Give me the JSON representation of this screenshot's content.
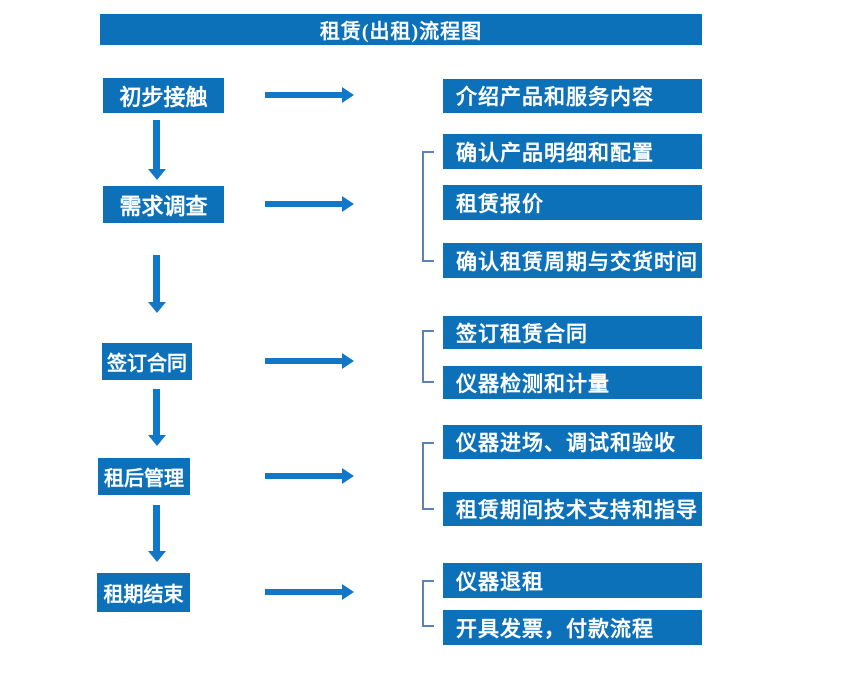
{
  "title": "租赁(出租)流程图",
  "colors": {
    "box": "#0d71ba",
    "arrow": "#1377c7",
    "bracket": "#5e82b6",
    "text": "#ffffff",
    "background": "#ffffff"
  },
  "flow": {
    "stages": [
      {
        "label": "初步接触",
        "outputs": [
          "介绍产品和服务内容"
        ]
      },
      {
        "label": "需求调查",
        "outputs": [
          "确认产品明细和配置",
          "租赁报价",
          "确认租赁周期与交货时间"
        ]
      },
      {
        "label": "签订合同",
        "outputs": [
          "签订租赁合同",
          "仪器检测和计量"
        ]
      },
      {
        "label": "租后管理",
        "outputs": [
          "仪器进场、调试和验收",
          "租赁期间技术支持和指导"
        ]
      },
      {
        "label": "租期结束",
        "outputs": [
          "仪器退租",
          "开具发票，付款流程"
        ]
      }
    ]
  }
}
